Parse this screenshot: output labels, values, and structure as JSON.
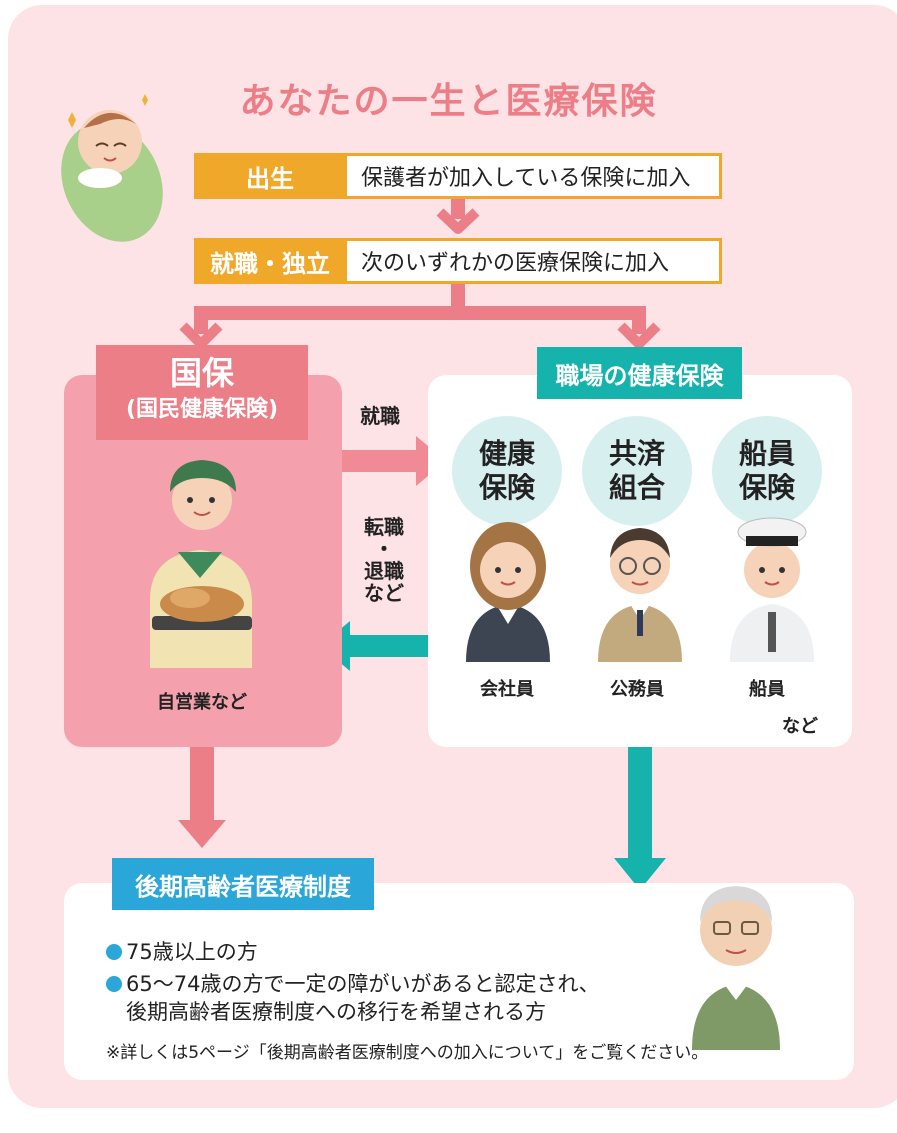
{
  "title": "あなたの一生と医療保険",
  "steps": [
    {
      "label": "出生",
      "text": "保護者が加入している保険に加入"
    },
    {
      "label": "就職・独立",
      "text": "次のいずれかの医療保険に加入"
    }
  ],
  "kokuho": {
    "title": "国保",
    "subtitle": "(国民健康保険)",
    "caption": "自営業など"
  },
  "workplace": {
    "title": "職場の健康保険",
    "insurances": [
      {
        "line1": "健康",
        "line2": "保険",
        "caption": "会社員"
      },
      {
        "line1": "共済",
        "line2": "組合",
        "caption": "公務員"
      },
      {
        "line1": "船員",
        "line2": "保険",
        "caption": "船員"
      }
    ],
    "etc": "など"
  },
  "transitions": {
    "to_work": "就職",
    "to_kokuho": [
      "転職",
      "・",
      "退職",
      "など"
    ]
  },
  "elderly": {
    "title": "後期高齢者医療制度",
    "bullet1": "75歳以上の方",
    "bullet2_line1": "65〜74歳の方で一定の障がいがあると認定され、",
    "bullet2_line2": "後期高齢者医療制度への移行を希望される方",
    "note": "※詳しくは5ページ「後期高齢者医療制度への加入について」をご覧ください。"
  },
  "colors": {
    "background": "#fde3e5",
    "title": "#ec7e88",
    "orange": "#f0a82a",
    "pink": "#ec7e88",
    "teal": "#16b3ad",
    "blue": "#2aa6d8"
  }
}
